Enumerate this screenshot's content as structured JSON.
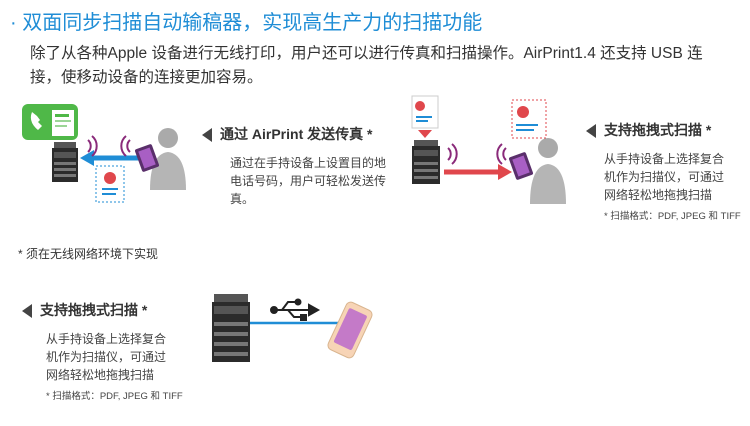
{
  "header": {
    "title": "· 双面同步扫描自动输稿器，实现高生产力的扫描功能",
    "intro": "除了从各种Apple 设备进行无线打印，用户还可以进行传真和扫描操作。AirPrint1.4 还支持 USB 连接，使移动设备的连接更加容易。"
  },
  "panels": {
    "fax": {
      "title": "通过 AirPrint 发送传真 *",
      "description": "通过在手持设备上设置目的地电话号码，用户可轻松发送传真。"
    },
    "scan_wireless": {
      "title": "支持拖拽式扫描 *",
      "description": "从手持设备上选择复合机作为扫描仪，可通过网络轻松地拖拽扫描",
      "note": "* 扫描格式：PDF, JPEG 和 TIFF"
    },
    "scan_usb": {
      "title": "支持拖拽式扫描 *",
      "description": "从手持设备上选择复合机作为扫描仪，可通过网络轻松地拖拽扫描",
      "note": "* 扫描格式：PDF, JPEG 和 TIFF"
    }
  },
  "footnote": "* 须在无线网络环境下实现",
  "colors": {
    "accent_blue": "#1f8dd6",
    "arrow_red": "#e0474c",
    "fax_green": "#4fb848",
    "wifi_purple": "#8a2a7a"
  },
  "icons": [
    "phone-fax-icon",
    "document-icon",
    "printer-icon",
    "tablet-icon",
    "person-icon",
    "usb-icon",
    "smartphone-icon",
    "wifi-icon"
  ]
}
